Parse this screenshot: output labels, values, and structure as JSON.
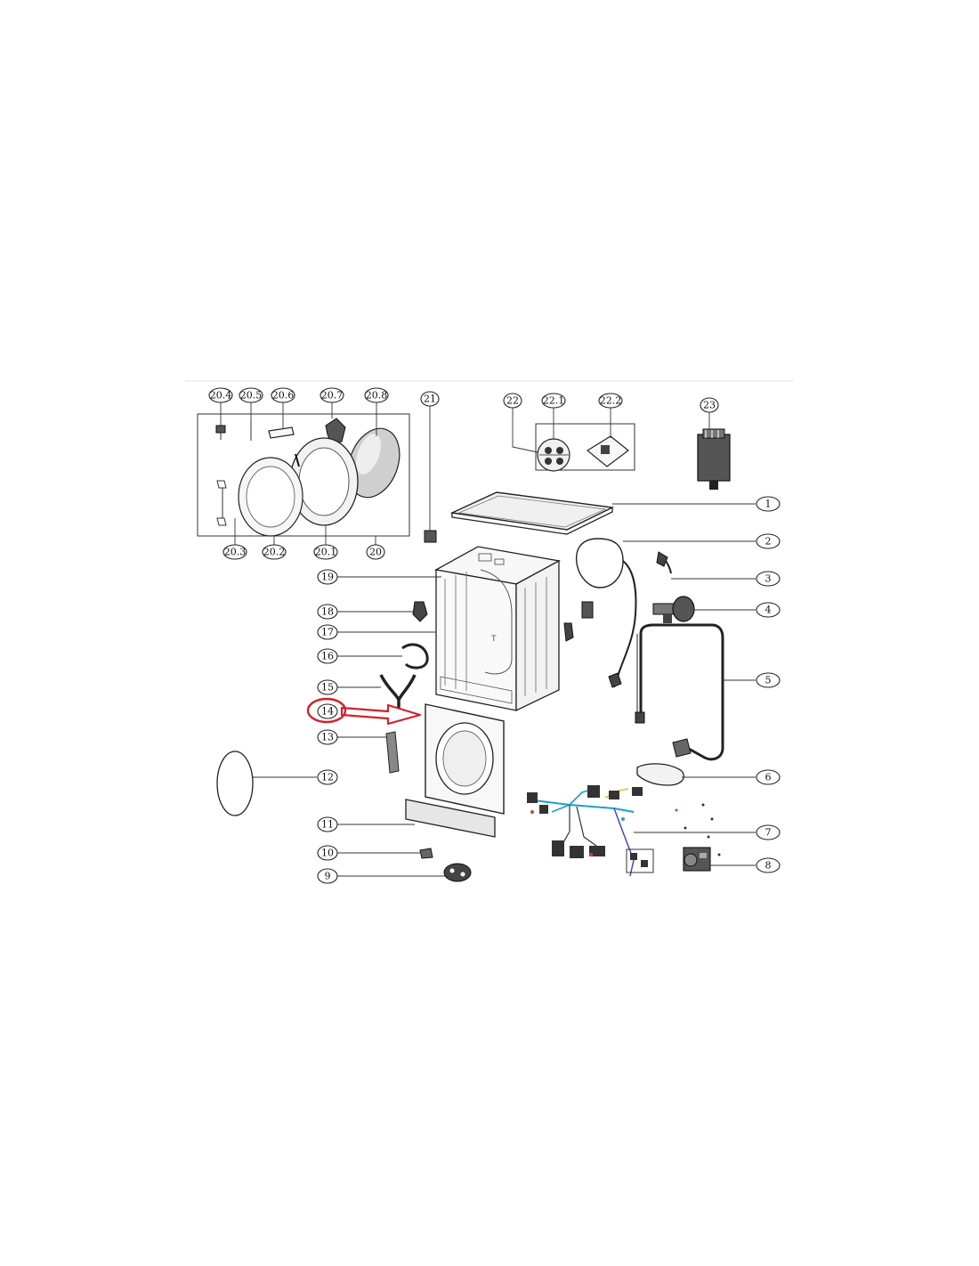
{
  "accent_color": "#d4202a",
  "highlighted_callout": "14",
  "callouts": {
    "c20_4": "20.4",
    "c20_5": "20.5",
    "c20_6": "20.6",
    "c20_7": "20.7",
    "c20_8": "20.8",
    "c21": "21",
    "c22": "22",
    "c22_1": "22.1",
    "c22_2": "22.2",
    "c23": "23",
    "c20_3": "20.3",
    "c20_2": "20.2",
    "c20_1": "20.1",
    "c20": "20",
    "c1": "1",
    "c2": "2",
    "c3": "3",
    "c4": "4",
    "c5": "5",
    "c6": "6",
    "c7": "7",
    "c8": "8",
    "c19": "19",
    "c18": "18",
    "c17": "17",
    "c16": "16",
    "c15": "15",
    "c14": "14",
    "c13": "13",
    "c12": "12",
    "c11": "11",
    "c10": "10",
    "c9": "9"
  }
}
